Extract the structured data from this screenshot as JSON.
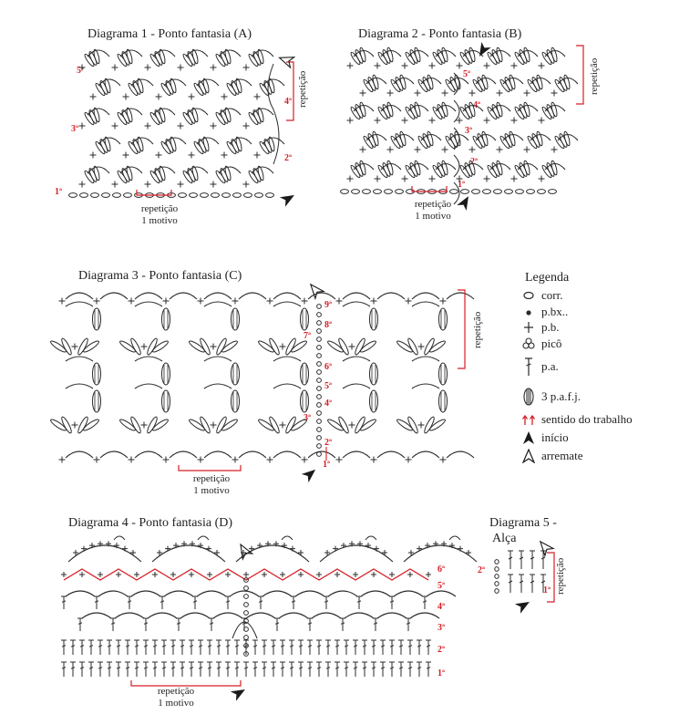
{
  "diagrams": {
    "d1": {
      "title": "Diagrama 1 - Ponto fantasia (A)",
      "rows": [
        "1ª",
        "2ª",
        "3ª",
        "4ª",
        "5ª"
      ],
      "repeat_v": "repetição",
      "repeat_h": [
        "repetição",
        "1 motivo"
      ]
    },
    "d2": {
      "title": "Diagrama 2 - Ponto fantasia (B)",
      "rows": [
        "1ª",
        "2ª",
        "3ª",
        "4ª",
        "5ª"
      ],
      "repeat_v": "repetição",
      "repeat_h": [
        "repetição",
        "1 motivo"
      ]
    },
    "d3": {
      "title": "Diagrama 3 - Ponto fantasia (C)",
      "rows": [
        "1ª",
        "2ª",
        "3ª",
        "4ª",
        "5ª",
        "6ª",
        "7ª",
        "8ª",
        "9ª"
      ],
      "repeat_v": "repetição",
      "repeat_h": [
        "repetição",
        "1 motivo"
      ]
    },
    "d4": {
      "title": "Diagrama 4 - Ponto fantasia (D)",
      "rows": [
        "1ª",
        "2ª",
        "3ª",
        "4ª",
        "5ª",
        "6ª"
      ],
      "repeat_h": [
        "repetição",
        "1 motivo"
      ]
    },
    "d5": {
      "title_line1": "Diagrama 5 -",
      "title_line2": "Alça",
      "rows": [
        "1ª",
        "2ª"
      ],
      "repeat_v": "repetição"
    }
  },
  "legend": {
    "title": "Legenda",
    "items": [
      {
        "symbol": "chain-icon",
        "label": "corr."
      },
      {
        "symbol": "slip-stitch-icon",
        "label": "p.bx.."
      },
      {
        "symbol": "single-crochet-icon",
        "label": "p.b."
      },
      {
        "symbol": "picot-icon",
        "label": "picô"
      },
      {
        "symbol": "double-crochet-icon",
        "label": "p.a."
      },
      {
        "symbol": "cluster-icon",
        "label": "3 p.a.f.j."
      },
      {
        "symbol": "direction-arrows-icon",
        "label": "sentido do trabalho"
      },
      {
        "symbol": "start-arrow-icon",
        "label": "início"
      },
      {
        "symbol": "end-arrow-icon",
        "label": "arremate"
      }
    ]
  },
  "colors": {
    "ink": "#2b2b2b",
    "accent": "#d61f26"
  }
}
